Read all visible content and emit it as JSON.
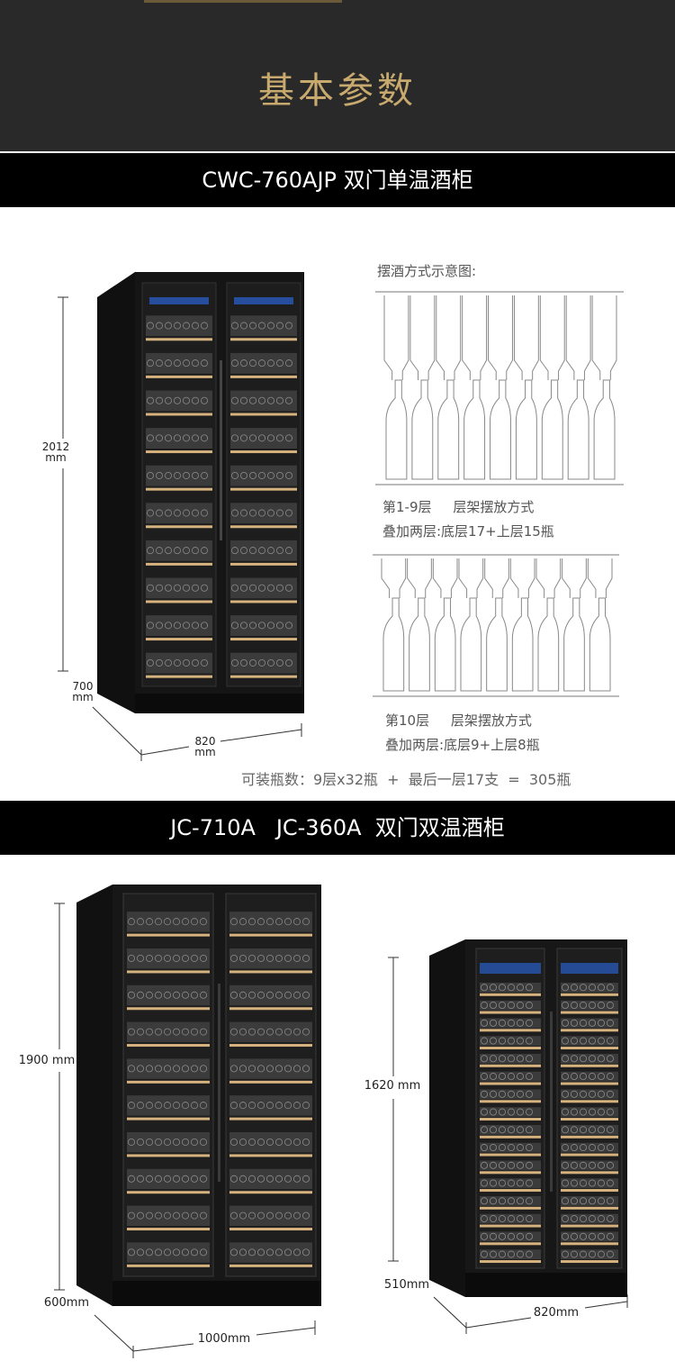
{
  "header": {
    "title": "基本参数"
  },
  "section1": {
    "title": "CWC-760AJP  双门单温酒柜",
    "dims": {
      "height": "2012",
      "height_unit": "mm",
      "depth": "700",
      "depth_unit": "mm",
      "width": "820",
      "width_unit": "mm"
    },
    "diagram_title": "摆酒方式示意图:",
    "layer1_caption": "第1-9层     层架摆放方式",
    "layer1_detail": "叠加两层:底层17+上层15瓶",
    "layer2_caption": "第10层     层架摆放方式",
    "layer2_detail": "叠加两层:底层9+上层8瓶",
    "total": "可装瓶数：9层x32瓶  +  最后一层17支  =  305瓶"
  },
  "section2": {
    "title": "JC-710A   JC-360A  双门双温酒柜",
    "left": {
      "height": "1900 mm",
      "depth": "600mm",
      "width": "1000mm"
    },
    "right": {
      "height": "1620 mm",
      "depth": "510mm",
      "width": "820mm"
    }
  }
}
